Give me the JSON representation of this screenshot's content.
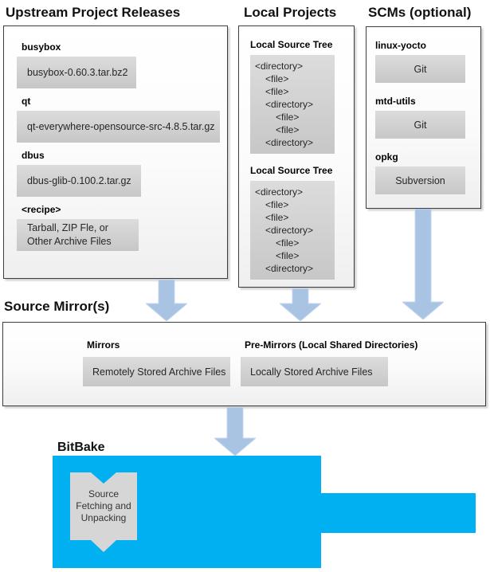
{
  "colors": {
    "arrow_fill": "#a8c4e2",
    "arrow_edge": "#c3d6ec",
    "bitbake_blue": "#00b0f0",
    "box_border": "#3d3d3d",
    "gray_top": "#dcdcdc",
    "gray_bottom": "#c7c7c7",
    "ribbon_gray": "#d6d6d6"
  },
  "upstream": {
    "title": "Upstream Project Releases",
    "items": [
      {
        "label": "busybox",
        "lines": [
          "busybox-0.60.3.tar.bz2"
        ]
      },
      {
        "label": "qt",
        "lines": [
          "qt-everywhere-opensource-src-4.8.5.tar.gz"
        ]
      },
      {
        "label": "dbus",
        "lines": [
          "dbus-glib-0.100.2.tar.gz"
        ]
      },
      {
        "label": "<recipe>",
        "lines": [
          "Tarball, ZIP Fle, or",
          "Other Archive Files"
        ]
      }
    ]
  },
  "local_projects": {
    "title": "Local Projects",
    "trees": [
      {
        "heading": "Local Source Tree",
        "lines": [
          {
            "text": "<directory>",
            "level": 0
          },
          {
            "text": "<file>",
            "level": 1
          },
          {
            "text": "<file>",
            "level": 1
          },
          {
            "text": "<directory>",
            "level": 1
          },
          {
            "text": "<file>",
            "level": 2
          },
          {
            "text": "<file>",
            "level": 2
          },
          {
            "text": "<directory>",
            "level": 1
          }
        ]
      },
      {
        "heading": "Local Source Tree",
        "lines": [
          {
            "text": "<directory>",
            "level": 0
          },
          {
            "text": "<file>",
            "level": 1
          },
          {
            "text": "<file>",
            "level": 1
          },
          {
            "text": "<directory>",
            "level": 1
          },
          {
            "text": "<file>",
            "level": 2
          },
          {
            "text": "<file>",
            "level": 2
          },
          {
            "text": "<directory>",
            "level": 1
          }
        ]
      }
    ]
  },
  "scms": {
    "title": "SCMs (optional)",
    "items": [
      {
        "label": "linux-yocto",
        "value": "Git"
      },
      {
        "label": "mtd-utils",
        "value": "Git"
      },
      {
        "label": "opkg",
        "value": "Subversion"
      }
    ]
  },
  "source_mirrors": {
    "title": "Source Mirror(s)",
    "mirrors": {
      "label": "Mirrors",
      "value": "Remotely Stored Archive Files"
    },
    "premirrors": {
      "label": "Pre-Mirrors (Local Shared Directories)",
      "value": "Locally Stored Archive Files"
    }
  },
  "bitbake": {
    "title": "BitBake",
    "ribbon_lines": [
      "Source",
      "Fetching and",
      "Unpacking"
    ]
  }
}
